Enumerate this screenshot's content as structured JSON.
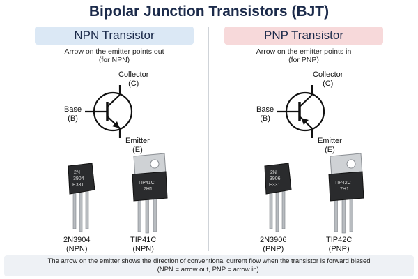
{
  "title": "Bipolar Junction Transistors (BJT)",
  "npn": {
    "heading": "NPN Transistor",
    "note_line1": "Arrow on the emitter points out",
    "note_line2": "(for NPN)",
    "collector_name": "Collector",
    "collector_abbr": "(C)",
    "base_name": "Base",
    "base_abbr": "(B)",
    "emitter_name": "Emitter",
    "emitter_abbr": "(E)",
    "part1": {
      "name": "2N3904",
      "type": "(NPN)",
      "marking1": "2N",
      "marking2": "3904",
      "marking3": "E331"
    },
    "part2": {
      "name": "TIP41C",
      "type": "(NPN)",
      "marking1": "TIP41C",
      "marking2": "7H1"
    }
  },
  "pnp": {
    "heading": "PNP Transistor",
    "note_line1": "Arrow on the emitter points in",
    "note_line2": "(for PNP)",
    "collector_name": "Collector",
    "collector_abbr": "(C)",
    "base_name": "Base",
    "base_abbr": "(B)",
    "emitter_name": "Emitter",
    "emitter_abbr": "(E)",
    "part1": {
      "name": "2N3906",
      "type": "(PNP)",
      "marking1": "2N",
      "marking2": "3906",
      "marking3": "E331"
    },
    "part2": {
      "name": "TIP42C",
      "type": "(PNP)",
      "marking1": "TIP42C",
      "marking2": "7H1"
    }
  },
  "footer": {
    "line1": "The arrow on the emitter shows the direction of conventional current flow when the transistor is forward biased",
    "line2": "(NPN = arrow out, PNP = arrow in)."
  }
}
